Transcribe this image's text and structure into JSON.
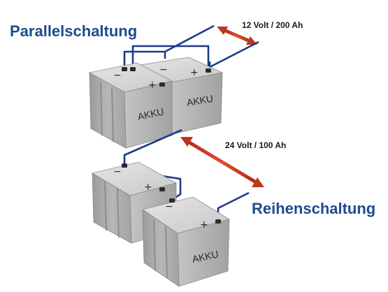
{
  "parallel": {
    "title": "Parallelschaltung",
    "spec": "12 Volt / 200 Ah",
    "battery_label": "AKKU"
  },
  "series": {
    "title": "Reihenschaltung",
    "spec": "24 Volt / 100 Ah",
    "battery_label": "AKKU"
  },
  "terminals": {
    "minus": "−",
    "plus": "+"
  },
  "colors": {
    "title": "#1f4b8f",
    "wire": "#1a3a8a",
    "arrow": "#d03020",
    "battery_top": "#d6d6d6",
    "battery_front": "#a9a9a9",
    "battery_side": "#bdbdbd"
  }
}
